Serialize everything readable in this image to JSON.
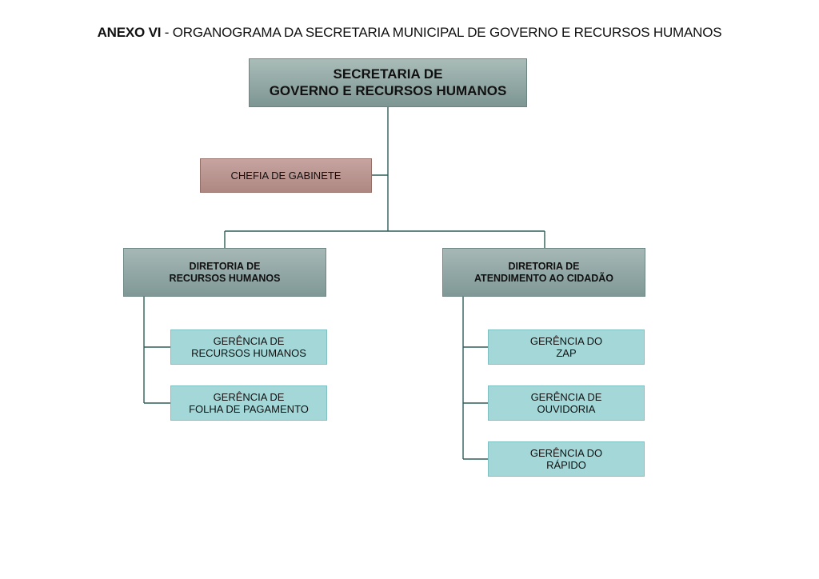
{
  "title": {
    "bold": "ANEXO VI",
    "rest": " - ORGANOGRAMA DA SECRETARIA MUNICIPAL DE GOVERNO E RECURSOS HUMANOS"
  },
  "nodes": {
    "secretaria": "SECRETARIA DE\nGOVERNO E RECURSOS HUMANOS",
    "chefia": "CHEFIA DE GABINETE",
    "diretoria_rh": "DIRETORIA DE\nRECURSOS HUMANOS",
    "diretoria_atendimento": "DIRETORIA  DE\nATENDIMENTO AO CIDADÃO",
    "gerencia_rh": "GERÊNCIA DE\nRECURSOS HUMANOS",
    "gerencia_folha": "GERÊNCIA DE\nFOLHA DE PAGAMENTO",
    "gerencia_zap": "GERÊNCIA DO\nZAP",
    "gerencia_ouvidoria": "GERÊNCIA DE\nOUVIDORIA",
    "gerencia_rapido": "GERÊNCIA DO\nRÁPIDO"
  },
  "colors": {
    "connector": "#2f5f58",
    "executive": "#8aa19e",
    "cabinet": "#b7918c",
    "management": "#a3d7d8"
  }
}
